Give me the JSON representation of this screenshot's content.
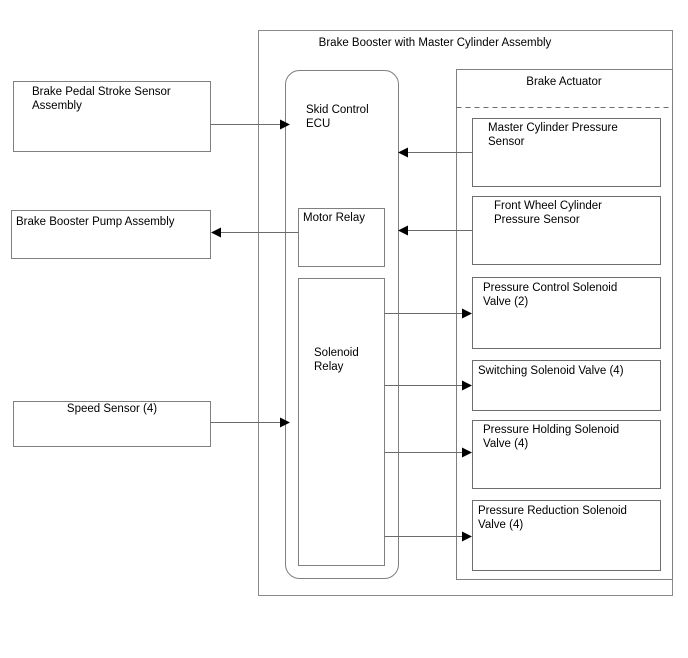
{
  "diagram": {
    "title_visible": false,
    "colors": {
      "box_stroke": "#808080",
      "line": "#6b6b6b",
      "arrow": "#000000",
      "text": "#000000",
      "background": "#ffffff"
    },
    "outer_container": {
      "label": "Brake Booster with Master Cylinder Assembly"
    },
    "actuator_container": {
      "label": "Brake Actuator"
    },
    "left_inputs": [
      {
        "id": "brake-pedal-stroke-sensor",
        "lines": [
          "Brake Pedal Stroke Sensor",
          "Assembly"
        ],
        "align": "left"
      },
      {
        "id": "brake-booster-pump-assembly",
        "lines": [
          "Brake Booster Pump Assembly"
        ],
        "align": "left"
      },
      {
        "id": "speed-sensor",
        "lines": [
          "Speed Sensor (4)"
        ],
        "align": "center"
      }
    ],
    "ecu": {
      "label_lines": [
        "Skid Control",
        "ECU"
      ],
      "sub_blocks": [
        {
          "id": "motor-relay",
          "lines": [
            "Motor Relay"
          ]
        },
        {
          "id": "solenoid-relay",
          "lines": [
            "Solenoid",
            "Relay"
          ]
        }
      ]
    },
    "actuator_blocks": [
      {
        "id": "master-cylinder-pressure-sensor",
        "lines": [
          "Master Cylinder Pressure",
          "Sensor"
        ]
      },
      {
        "id": "front-wheel-cylinder-pressure-sensor",
        "lines": [
          "Front Wheel Cylinder",
          "Pressure Sensor"
        ]
      },
      {
        "id": "pressure-control-solenoid-valve",
        "lines": [
          "Pressure Control Solenoid",
          "Valve (2)"
        ]
      },
      {
        "id": "switching-solenoid-valve",
        "lines": [
          "Switching Solenoid Valve (4)"
        ]
      },
      {
        "id": "pressure-holding-solenoid-valve",
        "lines": [
          "Pressure Holding Solenoid",
          "Valve (4)"
        ]
      },
      {
        "id": "pressure-reduction-solenoid-valve",
        "lines": [
          "Pressure Reduction Solenoid",
          "Valve (4)"
        ]
      }
    ],
    "connections": [
      {
        "id": "pedal-sensor-to-ecu",
        "direction": "right",
        "from": "brake-pedal-stroke-sensor",
        "to": "skid-control-ecu"
      },
      {
        "id": "motor-relay-to-pump",
        "direction": "left",
        "from": "motor-relay",
        "to": "brake-booster-pump-assembly"
      },
      {
        "id": "speed-sensor-to-ecu",
        "direction": "right",
        "from": "speed-sensor",
        "to": "skid-control-ecu"
      },
      {
        "id": "master-cylinder-sensor-to-ecu",
        "direction": "left",
        "from": "master-cylinder-pressure-sensor",
        "to": "skid-control-ecu"
      },
      {
        "id": "front-wheel-sensor-to-ecu",
        "direction": "left",
        "from": "front-wheel-cylinder-pressure-sensor",
        "to": "skid-control-ecu"
      },
      {
        "id": "solenoid-relay-to-pressure-control",
        "direction": "right",
        "from": "solenoid-relay",
        "to": "pressure-control-solenoid-valve"
      },
      {
        "id": "solenoid-relay-to-switching",
        "direction": "right",
        "from": "solenoid-relay",
        "to": "switching-solenoid-valve"
      },
      {
        "id": "solenoid-relay-to-pressure-holding",
        "direction": "right",
        "from": "solenoid-relay",
        "to": "pressure-holding-solenoid-valve"
      },
      {
        "id": "solenoid-relay-to-pressure-reduction",
        "direction": "right",
        "from": "solenoid-relay",
        "to": "pressure-reduction-solenoid-valve"
      }
    ]
  }
}
